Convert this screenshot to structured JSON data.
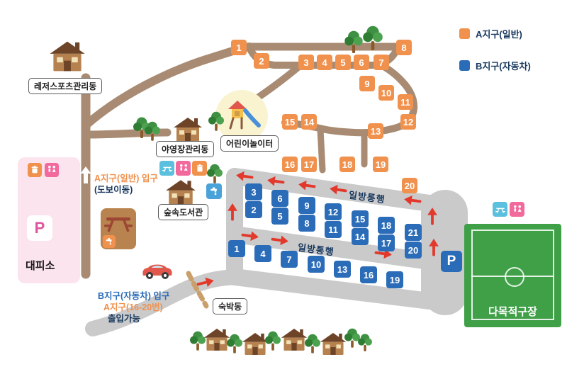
{
  "legend": {
    "a_label": "A지구(일반)",
    "b_label": "B지구(자동차)"
  },
  "colors": {
    "a_site": "#F0914D",
    "b_site": "#2B6CB8",
    "trail_brown": "#A88B72",
    "road_gray": "#CACACA",
    "arrow_red": "#E2392C",
    "shelter_pink": "#FBE4ED",
    "field_green": "#3FA047",
    "navy_text": "#17375E"
  },
  "labels": {
    "leisure": "레저스포츠관리동",
    "camp_mgmt": "야영장관리동",
    "playground": "어린이놀이터",
    "library": "숲속도서관",
    "lodging": "숙박동",
    "shelter": "대피소",
    "field": "다목적구장"
  },
  "oneway": {
    "top": "일방통행",
    "bottom": "일방통행"
  },
  "entrances": {
    "a_line1": "A지구(일반) 입구",
    "a_line2": "(도보이동)",
    "b_line1": "B지구(자동차) 입구",
    "b_line2": "A지구(16-20번)",
    "b_line3": "출입가능"
  },
  "parking": {
    "shelter_p": "P",
    "road_p": "P"
  },
  "sites_a": [
    "1",
    "2",
    "3",
    "4",
    "5",
    "6",
    "7",
    "8",
    "9",
    "10",
    "11",
    "12",
    "13",
    "14",
    "15",
    "16",
    "17",
    "18",
    "19",
    "20"
  ],
  "sites_b": [
    "1",
    "2",
    "3",
    "4",
    "5",
    "6",
    "7",
    "8",
    "9",
    "10",
    "11",
    "12",
    "13",
    "14",
    "15",
    "16",
    "17",
    "18",
    "19",
    "20",
    "21"
  ]
}
